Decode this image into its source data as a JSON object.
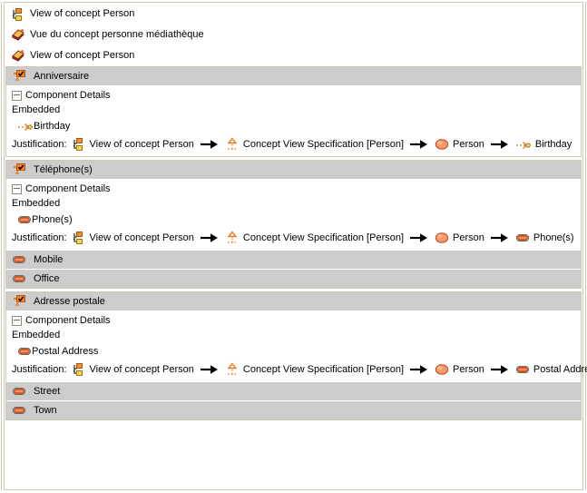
{
  "window": {
    "title": "Concept View Specification [Person]"
  },
  "colors": {
    "panel_header_bg": "#cccccc",
    "panel_border": "#cdc9b4",
    "accent_orange": "#f07818",
    "attribute_orange": "#f4642a",
    "class_orange": "#f79b6c",
    "book_red": "#9c2b18",
    "book_yellow": "#f2c24a",
    "page_bg": "#ffffff"
  },
  "top_items": [
    {
      "icon": "concept-view-tree-icon",
      "label": "View of concept Person"
    },
    {
      "icon": "package-book-icon",
      "label": "Vue du concept personne médiathèque"
    },
    {
      "icon": "package-book-icon",
      "label": "View of concept Person"
    }
  ],
  "sections": [
    {
      "id": "anniversaire",
      "header": {
        "icon": "attribute-check-icon",
        "label": "Anniversaire"
      },
      "details": {
        "collapse_label": "Component Details",
        "embedded_label": "Embedded",
        "feature": {
          "icon": "dependency-arrow-icon",
          "label": "Birthday"
        },
        "justification_label": "Justification:",
        "chain": [
          {
            "icon": "concept-view-tree-icon",
            "label": "View of concept Person"
          },
          {
            "icon": "realization-arrow-icon",
            "label": "Concept View Specification [Person]"
          },
          {
            "icon": "class-ellipse-icon",
            "label": "Person"
          },
          {
            "icon": "dependency-arrow-icon",
            "label": "Birthday"
          }
        ]
      },
      "subrows": []
    },
    {
      "id": "telephones",
      "header": {
        "icon": "attribute-check-icon",
        "label": "Téléphone(s)"
      },
      "details": {
        "collapse_label": "Component Details",
        "embedded_label": "Embedded",
        "feature": {
          "icon": "attribute-box-icon",
          "label": "Phone(s)"
        },
        "justification_label": "Justification:",
        "chain": [
          {
            "icon": "concept-view-tree-icon",
            "label": "View of concept Person"
          },
          {
            "icon": "realization-arrow-icon",
            "label": "Concept View Specification [Person]"
          },
          {
            "icon": "class-ellipse-icon",
            "label": "Person"
          },
          {
            "icon": "attribute-box-icon",
            "label": "Phone(s)"
          }
        ]
      },
      "subrows": [
        {
          "icon": "attribute-box-icon",
          "label": "Mobile"
        },
        {
          "icon": "attribute-box-icon",
          "label": "Office"
        }
      ]
    },
    {
      "id": "adresse-postale",
      "header": {
        "icon": "attribute-check-icon",
        "label": "Adresse postale"
      },
      "details": {
        "collapse_label": "Component Details",
        "embedded_label": "Embedded",
        "feature": {
          "icon": "attribute-box-icon",
          "label": "Postal Address"
        },
        "justification_label": "Justification:",
        "chain": [
          {
            "icon": "concept-view-tree-icon",
            "label": "View of concept Person"
          },
          {
            "icon": "realization-arrow-icon",
            "label": "Concept View Specification [Person]"
          },
          {
            "icon": "class-ellipse-icon",
            "label": "Person"
          },
          {
            "icon": "attribute-box-icon",
            "label": "Postal Address"
          }
        ]
      },
      "subrows": [
        {
          "icon": "attribute-box-icon",
          "label": "Street"
        },
        {
          "icon": "attribute-box-icon",
          "label": "Town"
        }
      ]
    }
  ]
}
